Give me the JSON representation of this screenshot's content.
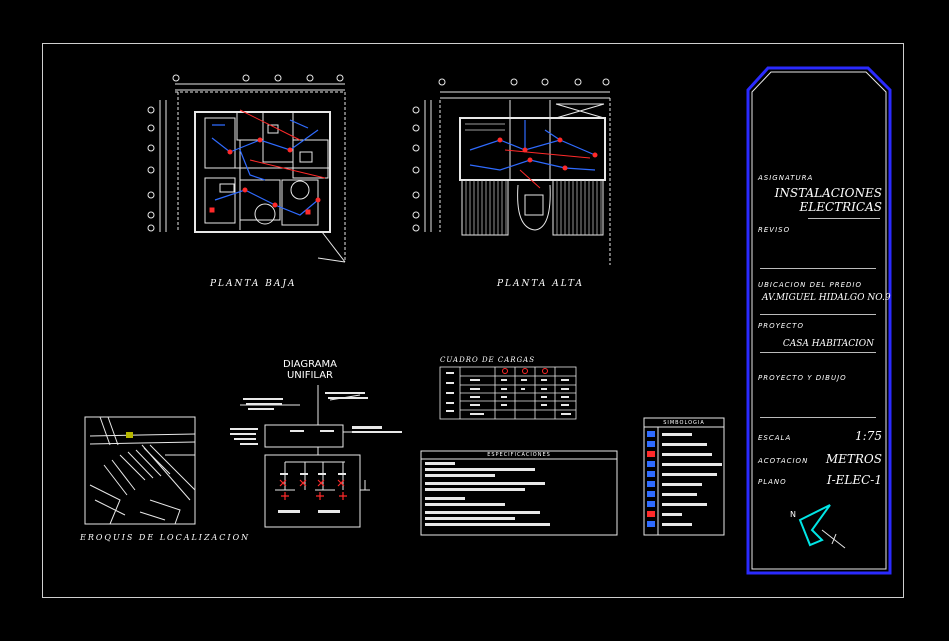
{
  "drawings": {
    "ground_floor_label": "PLANTA BAJA",
    "upper_floor_label": "PLANTA ALTA",
    "location_sketch_label": "EROQUIS DE LOCALIZACION"
  },
  "single_line": {
    "title_line1": "DIAGRAMA",
    "title_line2": "UNIFILAR"
  },
  "load_table": {
    "title": "CUADRO DE CARGAS"
  },
  "specs": {
    "title": "ESPECIFICACIONES"
  },
  "legend": {
    "title": "SIMBOLOGIA"
  },
  "title_block": {
    "subject_label": "ASIGNATURA",
    "subject_line1": "INSTALACIONES",
    "subject_line2": "ELECTRICAS",
    "reviewed_label": "REVISO",
    "location_label": "UBICACION DEL PREDIO",
    "location_value": "AV.MIGUEL HIDALGO NO.9",
    "project_label": "PROYECTO",
    "project_value": "CASA HABITACION",
    "design_label": "PROYECTO Y DIBUJO",
    "scale_label": "ESCALA",
    "scale_value": "1:75",
    "dimension_label": "ACOTACION",
    "dimension_value": "METROS",
    "sheet_label": "PLANO",
    "sheet_value": "I-ELEC-1",
    "north_label": "N"
  },
  "colors": {
    "wall": "#e8e8e8",
    "circuit": "#2f6bff",
    "device": "#ff2a2a",
    "frame_blue": "#2a2aff",
    "north_arrow": "#00e5e5"
  }
}
